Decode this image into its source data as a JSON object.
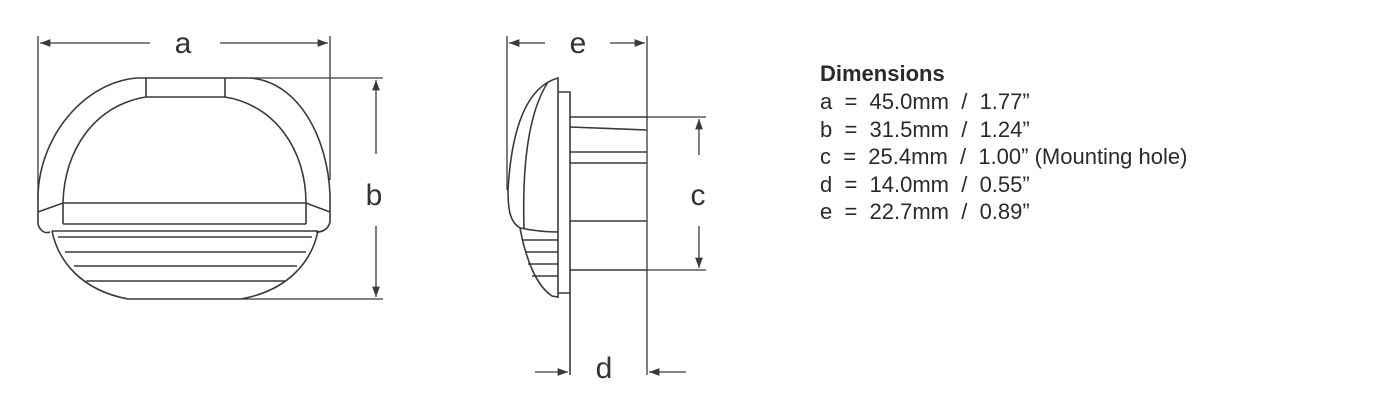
{
  "labels": {
    "a": "a",
    "b": "b",
    "c": "c",
    "d": "d",
    "e": "e"
  },
  "specs": {
    "title": "Dimensions",
    "rows": [
      "a  =  45.0mm  /  1.77”",
      "b  =  31.5mm  /  1.24”",
      "c  =  25.4mm  /  1.00” (Mounting hole)",
      "d  =  14.0mm  /  0.55”",
      "e  =  22.7mm  /  0.89”"
    ]
  }
}
